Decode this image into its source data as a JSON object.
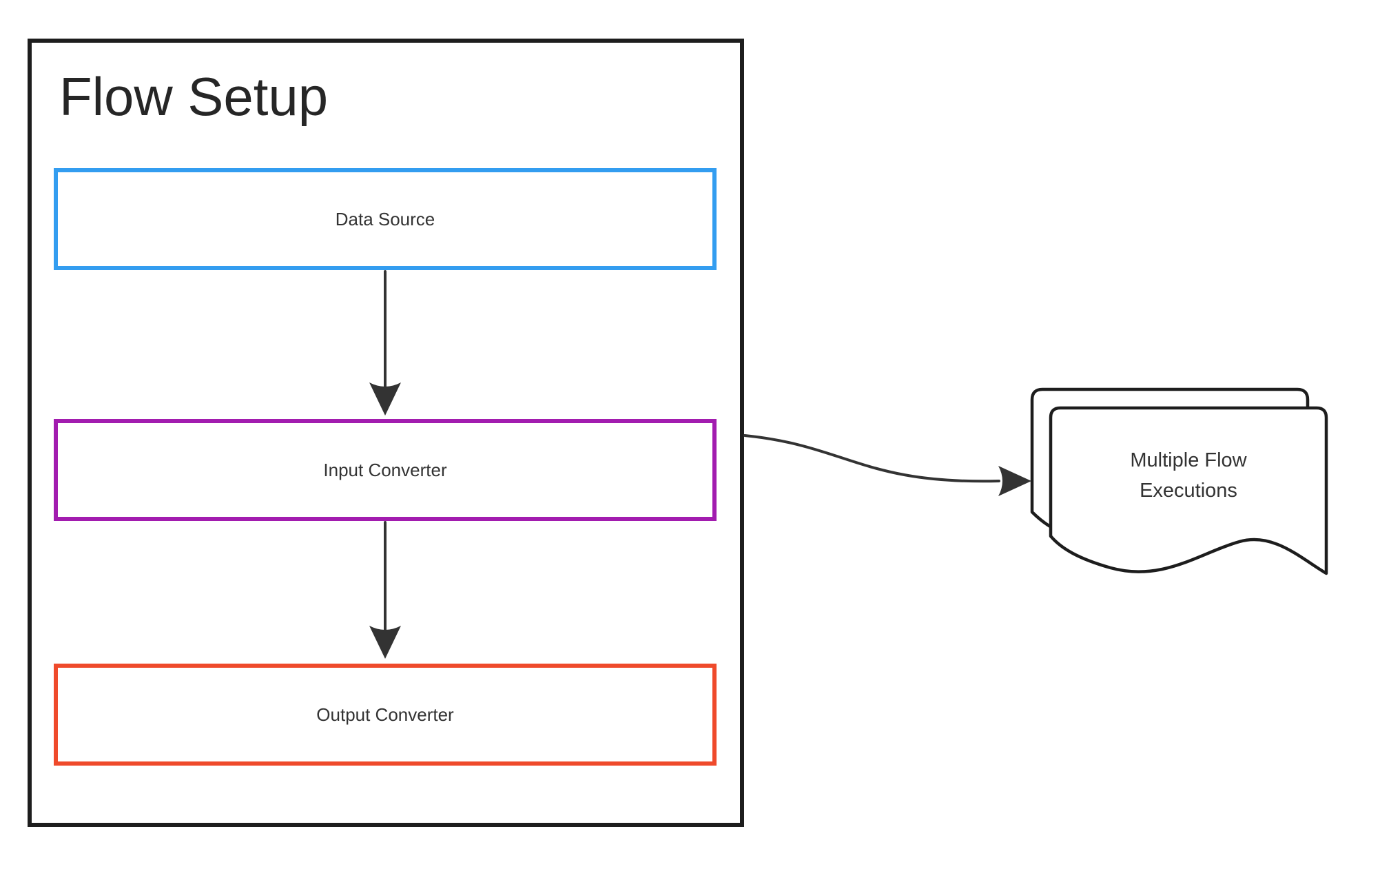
{
  "diagram": {
    "container_title": "Flow Setup",
    "nodes": [
      {
        "id": "data-source",
        "label": "Data Source",
        "border_color": "#339df0"
      },
      {
        "id": "input-converter",
        "label": "Input Converter",
        "border_color": "#a21caf"
      },
      {
        "id": "output-converter",
        "label": "Output Converter",
        "border_color": "#ef4a2b"
      }
    ],
    "result_document": {
      "line1": "Multiple Flow",
      "line2": "Executions"
    },
    "colors": {
      "outline": "#1d1d1d",
      "arrow": "#333333",
      "text": "#333333",
      "title": "#262626",
      "background": "#ffffff"
    }
  }
}
